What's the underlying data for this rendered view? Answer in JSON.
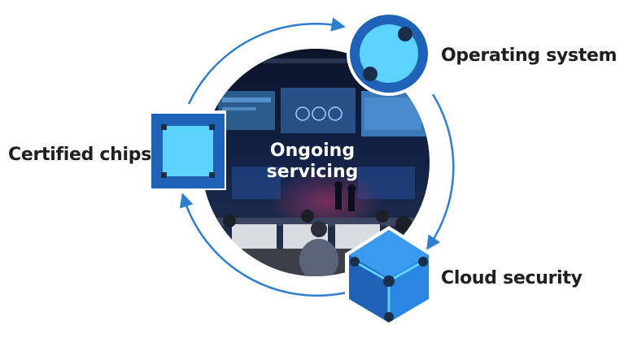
{
  "center": {
    "line1": "Ongoing",
    "line2": "servicing"
  },
  "nodes": {
    "operating_system": {
      "label": "Operating system",
      "icon": "circle-orbit-icon"
    },
    "certified_chips": {
      "label": "Certified chips",
      "icon": "chip-icon"
    },
    "cloud_security": {
      "label": "Cloud security",
      "icon": "hexagon-cube-icon"
    }
  },
  "colors": {
    "arrow": "#2f7fd1",
    "icon_dark": "#1f62b8",
    "icon_mid": "#2a86e0",
    "icon_light": "#5cd3ff",
    "icon_dot": "#1a2e4a",
    "photo_dark": "#0c1630",
    "photo_screen": "#2b5c8e"
  }
}
